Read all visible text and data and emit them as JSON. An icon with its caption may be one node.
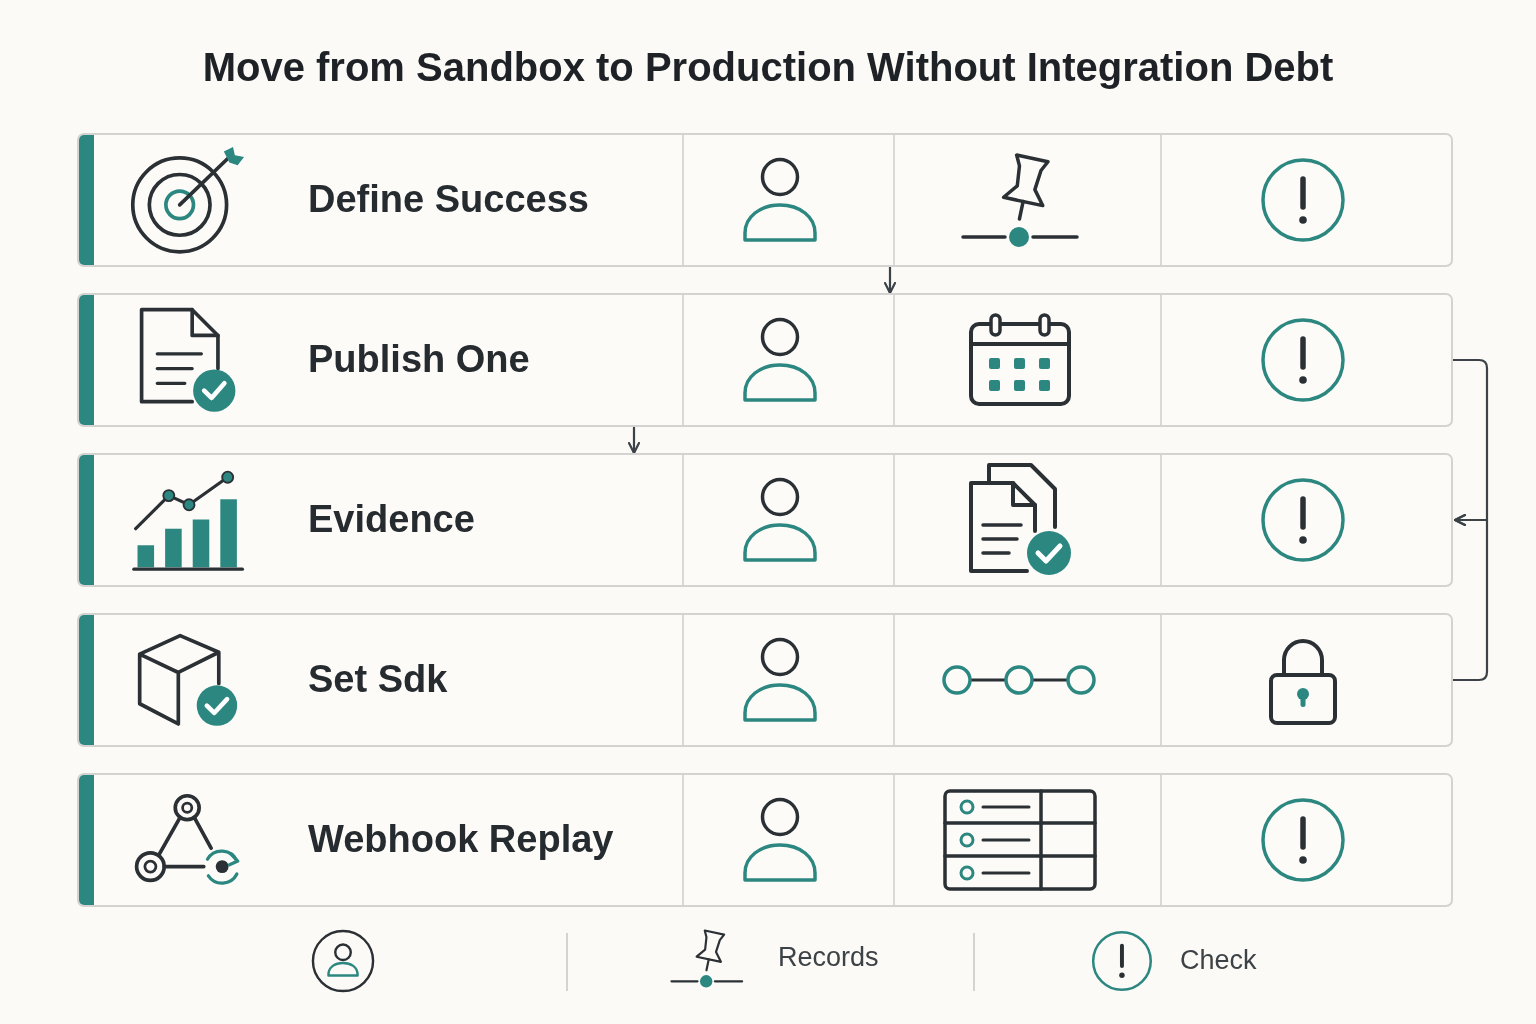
{
  "diagram": {
    "title": "Move from Sandbox to Production Without Integration Debt",
    "nodes": [
      {
        "text": [
          "Define Success"
        ]
      },
      {
        "text": [
          "Publish One"
        ]
      },
      {
        "text": [
          "Evidence"
        ]
      },
      {
        "text": [
          "Set Sdk"
        ]
      },
      {
        "text": [
          "Webhook Replay"
        ]
      }
    ],
    "edges": [
      {
        "from": 0,
        "to": 1,
        "arrow": "to"
      },
      {
        "from": 1,
        "to": 2,
        "arrow": "to"
      },
      {
        "from": 1,
        "to": 2,
        "arrow": "to"
      },
      {
        "from": 3,
        "to": 2,
        "arrow": "to"
      }
    ],
    "legend": [
      {
        "text": "Records"
      },
      {
        "text": "Check"
      }
    ]
  }
}
